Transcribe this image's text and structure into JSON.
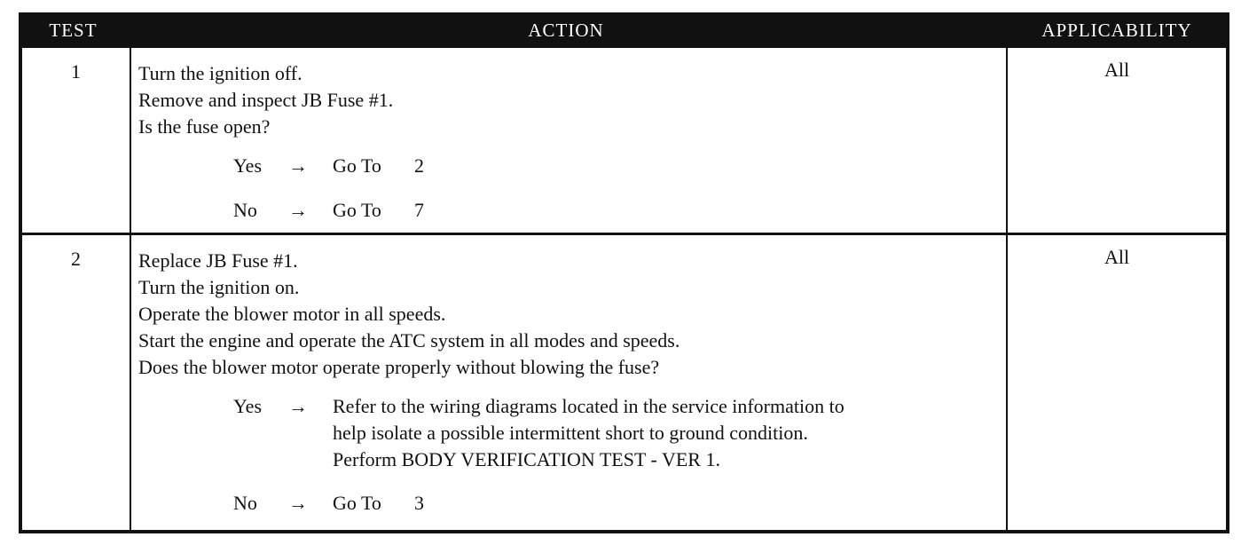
{
  "header": {
    "test": "TEST",
    "action": "ACTION",
    "applicability": "APPLICABILITY"
  },
  "rows": [
    {
      "test": "1",
      "applicability": "All",
      "lines": [
        "Turn the ignition off.",
        "Remove and inspect JB Fuse #1.",
        "Is the fuse open?"
      ],
      "yes": {
        "label": "Yes",
        "arrow": "→",
        "go": "Go To",
        "target": "2"
      },
      "no": {
        "label": "No",
        "arrow": "→",
        "go": "Go To",
        "target": "7"
      }
    },
    {
      "test": "2",
      "applicability": "All",
      "lines": [
        "Replace JB Fuse #1.",
        "Turn the ignition on.",
        "Operate the blower motor in all speeds.",
        "Start the engine and operate the ATC system in all modes and speeds.",
        "Does the blower motor operate properly without blowing the fuse?"
      ],
      "yes": {
        "label": "Yes",
        "arrow": "→",
        "text": [
          "Refer to the wiring diagrams located in the service information to",
          "help isolate a possible intermittent short to ground condition.",
          "Perform BODY VERIFICATION TEST - VER 1."
        ]
      },
      "no": {
        "label": "No",
        "arrow": "→",
        "go": "Go To",
        "target": "3"
      }
    }
  ]
}
